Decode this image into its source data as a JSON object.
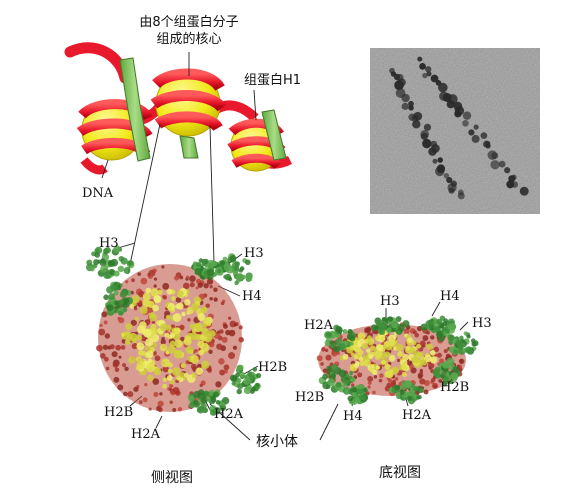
{
  "labels": {
    "core_line1": "由8个组蛋白分子",
    "core_line2": "组成的核心",
    "h1": "组蛋白H1",
    "dna": "DNA",
    "side_h3_left": "H3",
    "side_h3_right": "H3",
    "side_h4": "H4",
    "side_h2b_right": "H2B",
    "side_h2b_left": "H2B",
    "side_h2a_right": "H2A",
    "side_h2a_left": "H2A",
    "bottom_h3_top": "H3",
    "bottom_h4_top": "H4",
    "bottom_h2a_left": "H2A",
    "bottom_h3_right": "H3",
    "bottom_h2b_left": "H2B",
    "bottom_h4_bottom": "H4",
    "bottom_h2a_bottom": "H2A",
    "bottom_h2b_right": "H2B",
    "nucleosome": "核小体",
    "side_view": "侧视图",
    "bottom_view": "底视图"
  },
  "colors": {
    "dna_red": "#e8192c",
    "core_yellow": "#f2ea1a",
    "h1_green": "#7fbf5a",
    "histone_green": "#3d8f3a",
    "structure_red": "#a8322a",
    "structure_yellow": "#d8d84a",
    "micrograph_bg": "#9a9a9a"
  }
}
